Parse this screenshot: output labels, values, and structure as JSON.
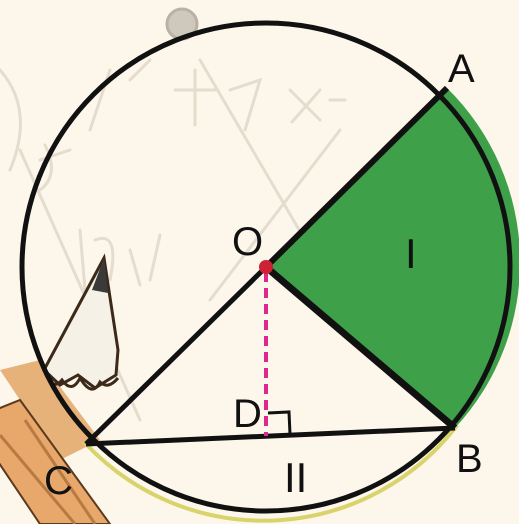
{
  "figure": {
    "points": {
      "A": "A",
      "B": "B",
      "C": "C",
      "D": "D",
      "O": "O"
    },
    "regions": {
      "sector": "I",
      "segment": "II"
    },
    "colors": {
      "background": "#fdf6ea",
      "circle_stroke": "#111111",
      "sector_fill": "#3ea14a",
      "segment_edge": "#d8d36a",
      "center_dot": "#cc2233",
      "altitude_dash": "#e0288c"
    },
    "decorations": {
      "pencil": "pencil-icon",
      "right_angle": "right-angle-marker"
    }
  }
}
